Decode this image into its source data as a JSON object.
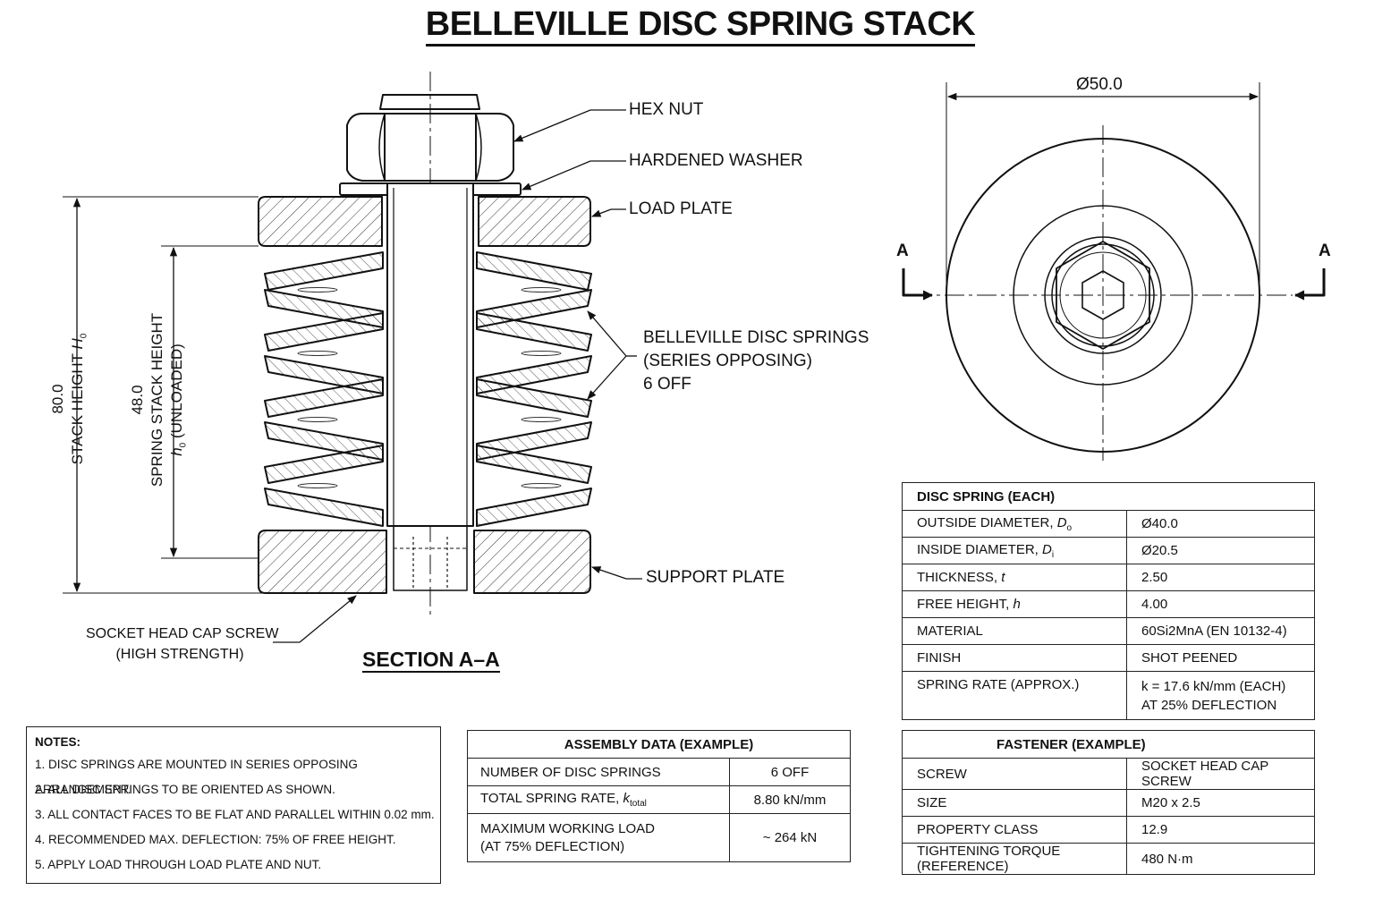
{
  "title": "BELLEVILLE DISC SPRING STACK",
  "section_label": "SECTION A–A",
  "callouts": {
    "hex_nut": "HEX NUT",
    "hardened_washer": "HARDENED WASHER",
    "load_plate": "LOAD PLATE",
    "springs_line1": "BELLEVILLE DISC SPRINGS",
    "springs_line2": "(SERIES OPPOSING)",
    "springs_line3": "6 OFF",
    "support_plate": "SUPPORT PLATE",
    "screw_line1": "SOCKET HEAD CAP SCREW",
    "screw_line2": "(HIGH STRENGTH)"
  },
  "dimensions": {
    "stack_height_value": "80.0",
    "stack_height_label": "STACK HEIGHT",
    "stack_height_symbol": "H",
    "stack_height_sub": "0",
    "spring_height_value": "48.0",
    "spring_height_label": "SPRING STACK HEIGHT",
    "spring_height_symbol": "h",
    "spring_height_sub": "0",
    "spring_height_note": "(UNLOADED)",
    "outer_diameter": "Ø50.0",
    "section_mark": "A"
  },
  "disc_spring_table": {
    "header": "DISC SPRING (EACH)",
    "rows": [
      {
        "label": "OUTSIDE DIAMETER,",
        "sym": "D",
        "sub": "o",
        "value": "Ø40.0"
      },
      {
        "label": "INSIDE DIAMETER,",
        "sym": "D",
        "sub": "i",
        "value": "Ø20.5"
      },
      {
        "label": "THICKNESS,",
        "sym": "t",
        "sub": "",
        "value": "2.50"
      },
      {
        "label": "FREE HEIGHT,",
        "sym": "h",
        "sub": "",
        "value": "4.00"
      },
      {
        "label": "MATERIAL",
        "sym": "",
        "sub": "",
        "value": "60Si2MnA (EN 10132-4)"
      },
      {
        "label": "FINISH",
        "sym": "",
        "sub": "",
        "value": "SHOT PEENED"
      }
    ],
    "rate_label": "SPRING RATE (APPROX.)",
    "rate_value_1": "k = 17.6 kN/mm (EACH)",
    "rate_value_2": "AT 25% DEFLECTION"
  },
  "fastener_table": {
    "header": "FASTENER (EXAMPLE)",
    "rows": [
      {
        "label": "SCREW",
        "value": "SOCKET HEAD CAP SCREW"
      },
      {
        "label": "SIZE",
        "value": "M20 x 2.5"
      },
      {
        "label": "PROPERTY CLASS",
        "value": "12.9"
      },
      {
        "label": "TIGHTENING TORQUE (REFERENCE)",
        "value": "480 N·m"
      }
    ]
  },
  "assembly_table": {
    "header": "ASSEMBLY DATA (EXAMPLE)",
    "r1_label": "NUMBER OF DISC SPRINGS",
    "r1_value": "6 OFF",
    "r2_label": "TOTAL SPRING RATE,",
    "r2_sym": "k",
    "r2_sub": "total",
    "r2_value": "8.80 kN/mm",
    "r3_label_1": "MAXIMUM WORKING LOAD",
    "r3_label_2": "(AT 75% DEFLECTION)",
    "r3_value": "~ 264 kN"
  },
  "notes": {
    "header": "NOTES:",
    "items": [
      "1.  DISC SPRINGS ARE MOUNTED IN SERIES OPPOSING ARRANGEMENT.",
      "2.  ALL DISC SPRINGS TO BE ORIENTED AS SHOWN.",
      "3.  ALL CONTACT FACES TO BE FLAT AND PARALLEL WITHIN 0.02 mm.",
      "4.  RECOMMENDED MAX. DEFLECTION: 75% OF FREE HEIGHT.",
      "5.  APPLY LOAD THROUGH LOAD PLATE AND NUT."
    ]
  }
}
